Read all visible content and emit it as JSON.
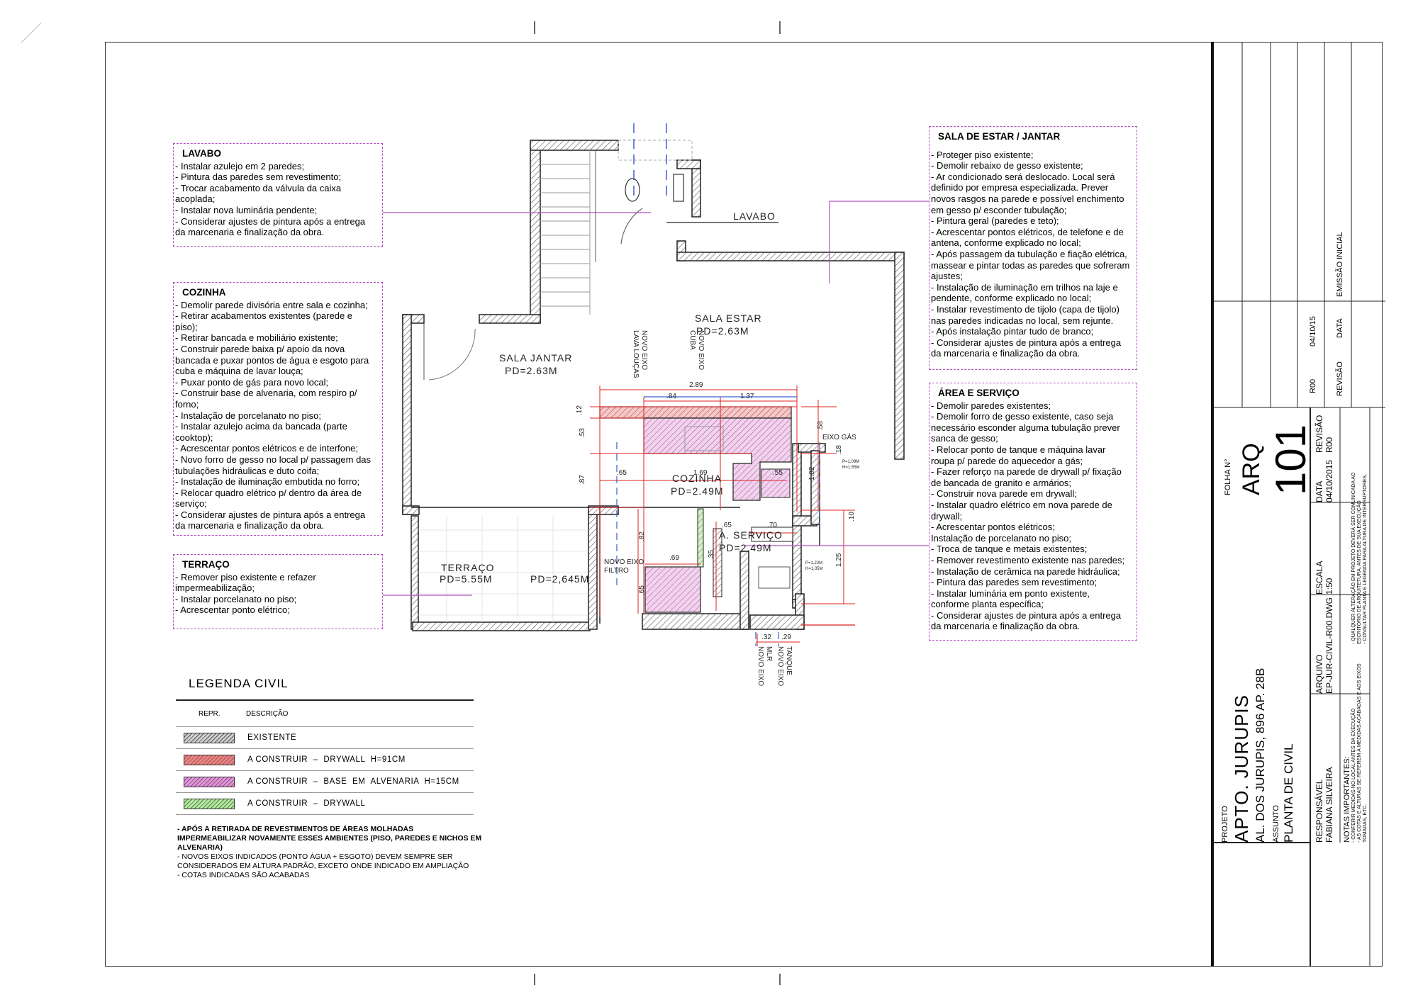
{
  "notes": {
    "lavabo": {
      "title": "LAVABO",
      "lines": [
        "- Instalar azulejo em 2 paredes;",
        "- Pintura das paredes sem revestimento;",
        "- Trocar acabamento da válvula da caixa",
        "acoplada;",
        "- Instalar nova luminária pendente;",
        "- Considerar ajustes de pintura após a entrega",
        "da marcenaria e finalização da obra."
      ]
    },
    "cozinha": {
      "title": "COZINHA",
      "lines": [
        "- Demolir parede divisória entre sala e cozinha;",
        "- Retirar acabamentos existentes (parede e",
        "piso);",
        "- Retirar bancada e mobiliário existente;",
        "- Construir parede baixa p/ apoio da nova",
        "bancada e puxar pontos de água e esgoto para",
        "cuba e máquina de lavar louça;",
        "- Puxar ponto de gás para novo local;",
        "- Construir base de alvenaria, com respiro p/",
        "forno;",
        "- Instalação de porcelanato no piso;",
        "- Instalar azulejo acima da bancada (parte",
        "cooktop);",
        "- Acrescentar pontos elétricos e de interfone;",
        "- Novo forro de gesso no local p/ passagem das",
        "tubulações hidráulicas e duto coifa;",
        "- Instalação de iluminação embutida no forro;",
        "- Relocar quadro elétrico p/ dentro da área de",
        "serviço;",
        "- Considerar ajustes de pintura após a entrega",
        "da marcenaria e finalização da obra."
      ]
    },
    "terraco": {
      "title": "TERRAÇO",
      "lines": [
        "- Remover piso existente e refazer",
        "impermeabilização;",
        "- Instalar porcelanato no piso;",
        "- Acrescentar ponto elétrico;"
      ]
    },
    "sala": {
      "title": "SALA DE ESTAR / JANTAR",
      "lines": [
        "- Proteger piso existente;",
        "- Demolir rebaixo de gesso existente;",
        "- Ar condicionado será deslocado. Local será",
        "definido por empresa especializada. Prever",
        "novos rasgos na parede e possível enchimento",
        "em gesso p/ esconder tubulação;",
        "- Pintura geral (paredes e teto);",
        "- Acrescentar pontos elétricos, de telefone e de",
        "antena, conforme explicado no local;",
        "- Após passagem da tubulação e fiação elétrica,",
        "massear e pintar todas as paredes que sofreram",
        "ajustes;",
        "- Instalação de iluminação em trilhos na laje e",
        "pendente, conforme explicado no local;",
        "- Instalar revestimento de tijolo (capa de tijolo)",
        "nas paredes indicadas no local, sem rejunte.",
        "- Após instalação pintar tudo de branco;",
        "- Considerar ajustes de pintura após a entrega",
        "da marcenaria e finalização da obra."
      ]
    },
    "area": {
      "title": "ÁREA E SERVIÇO",
      "lines": [
        "- Demolir paredes existentes;",
        "- Demolir forro de gesso existente, caso seja",
        "necessário esconder alguma tubulação prever",
        "sanca de gesso;",
        "- Relocar ponto de tanque e máquina lavar",
        "roupa p/ parede do aquecedor a gás;",
        "- Fazer reforço na parede de drywall p/ fixação",
        "de bancada de granito e armários;",
        "- Construir nova parede em drywall;",
        "- Instalar quadro elétrico em nova parede de",
        "drywall;",
        "- Acrescentar pontos elétricos;",
        "Instalação de porcelanato no piso;",
        "- Troca de tanque e metais existentes;",
        "- Remover revestimento existente nas paredes;",
        "- Instalação de cerâmica na parede hidráulica;",
        "- Pintura das paredes sem revestimento;",
        "- Instalar luminária em ponto existente,",
        "conforme planta específica;",
        "- Considerar ajustes de pintura após a entrega",
        "da marcenaria e finalização da obra."
      ]
    }
  },
  "plan": {
    "lavabo": "LAVABO",
    "sala_estar": "SALA ESTAR",
    "sala_estar_pd": "PD=2.63M",
    "sala_jantar": "SALA JANTAR",
    "sala_jantar_pd": "PD=2.63M",
    "cozinha": "COZINHA",
    "cozinha_pd": "PD=2.49M",
    "servico": "A. SERVIÇO",
    "servico_pd": "PD=2.49M",
    "terraco": "TERRAÇO",
    "terraco_pd": "PD=5.55M",
    "terraco_pd2": "PD=2,645M",
    "eixo_gas": "EIXO GÁS",
    "eixo_gas_p": "P=1,09M",
    "eixo_gas_h": "H=1,55M",
    "tanque_p": "P=1,22M",
    "tanque_h": "H=1,05M",
    "novo_eixo": "NOVO EIXO",
    "lava_loucas": "LAVA LOUÇAS",
    "cuba": "CUBA",
    "filtro": "FILTRO",
    "mlr": "MLR",
    "tanque": "TANQUE",
    "dims": {
      "d289": "2.89",
      "d84": ".84",
      "d137": "1.37",
      "d12": ".12",
      "d53": ".53",
      "d87": ".87",
      "d58": ".58",
      "d18": ".18",
      "d102": "1.02",
      "d10": ".10",
      "d65a": ".65",
      "d169": "1.69",
      "d55": ".55",
      "d65b": ".65",
      "d70": ".70",
      "d82": ".82",
      "d69": ".69",
      "d35": ".35",
      "d65c": ".65",
      "d125": "1.25",
      "d32": ".32",
      "d29": ".29"
    }
  },
  "legend": {
    "title": "LEGENDA CIVIL",
    "col_repr": "REPR.",
    "col_desc": "DESCRIÇÃO",
    "items": [
      {
        "label": "EXISTENTE",
        "color": "#cfcfcf"
      },
      {
        "label": "A CONSTRUIR  –  DRYWALL  H=91CM",
        "color": "#e08a8a"
      },
      {
        "label": "A CONSTRUIR  –  BASE  EM  ALVENARIA  H=15CM",
        "color": "#d99ad6"
      },
      {
        "label": "A CONSTRUIR  –  DRYWALL",
        "color": "#b9e6a7"
      }
    ],
    "notes_bold": "- APÓS A RETIRADA DE REVESTIMENTOS DE ÁREAS MOLHADAS IMPERMEABILIZAR NOVAMENTE ESSES AMBIENTES (PISO, PAREDES E NICHOS EM ALVENARIA)",
    "notes": [
      "- NOVOS EIXOS INDICADOS (PONTO ÁGUA + ESGOTO) DEVEM SEMPRE SER CONSIDERADOS EM ALTURA PADRÃO, EXCETO ONDE INDICADO EM AMPLIAÇÃO",
      "- COTAS INDICADAS SÃO ACABADAS"
    ]
  },
  "title_block": {
    "projeto_label": "PROJETO",
    "projeto": "APTO. JURUPIS",
    "endereco": "AL. DOS JURUPIS, 896 AP. 28B",
    "assunto_label": "ASSUNTO",
    "assunto": "PLANTA DE CIVIL",
    "folha_label": "FOLHA N°",
    "folha_disc": "ARQ",
    "folha_num": "101",
    "responsavel_label": "RESPONSÁVEL",
    "responsavel": "FABIANA SILVEIRA",
    "arquivo_label": "ARQUIVO",
    "arquivo": "EP-JUR-CIVIL-R00.DWG",
    "escala_label": "ESCALA",
    "escala": "1:50",
    "data_label": "DATA",
    "data": "04/10/2015",
    "revisao_label": "REVISÃO",
    "revisao": "R00",
    "rev_table": {
      "revisao_head": "REVISÃO",
      "data_head": "DATA",
      "rev": "R00",
      "date": "04/10/15",
      "desc": "EMISSÃO INICIAL"
    },
    "notas_label": "NOTAS IMPORTANTES:",
    "notas": [
      "- CONFERIR MEDIDAS NO LOCAL ANTES DA EXECUÇÃO",
      "- AS COTAS E ALTURAS SE REFEREM À MEDIDAS ACABADAS E AOS EIXOS",
      "- QUALQUER ALTERAÇÃO EM PROJETO DEVERÁ SER COMUNICADA AO",
      "  ESCRITÓRIO DE ARQUITETURA, ANTES DE SUA EXECUÇÃO",
      "- CONSULTAR PLANTA E LEGENDA PARA ALTURA DE INTERRUPTORES,",
      "  TOMADAS, ETC."
    ]
  }
}
